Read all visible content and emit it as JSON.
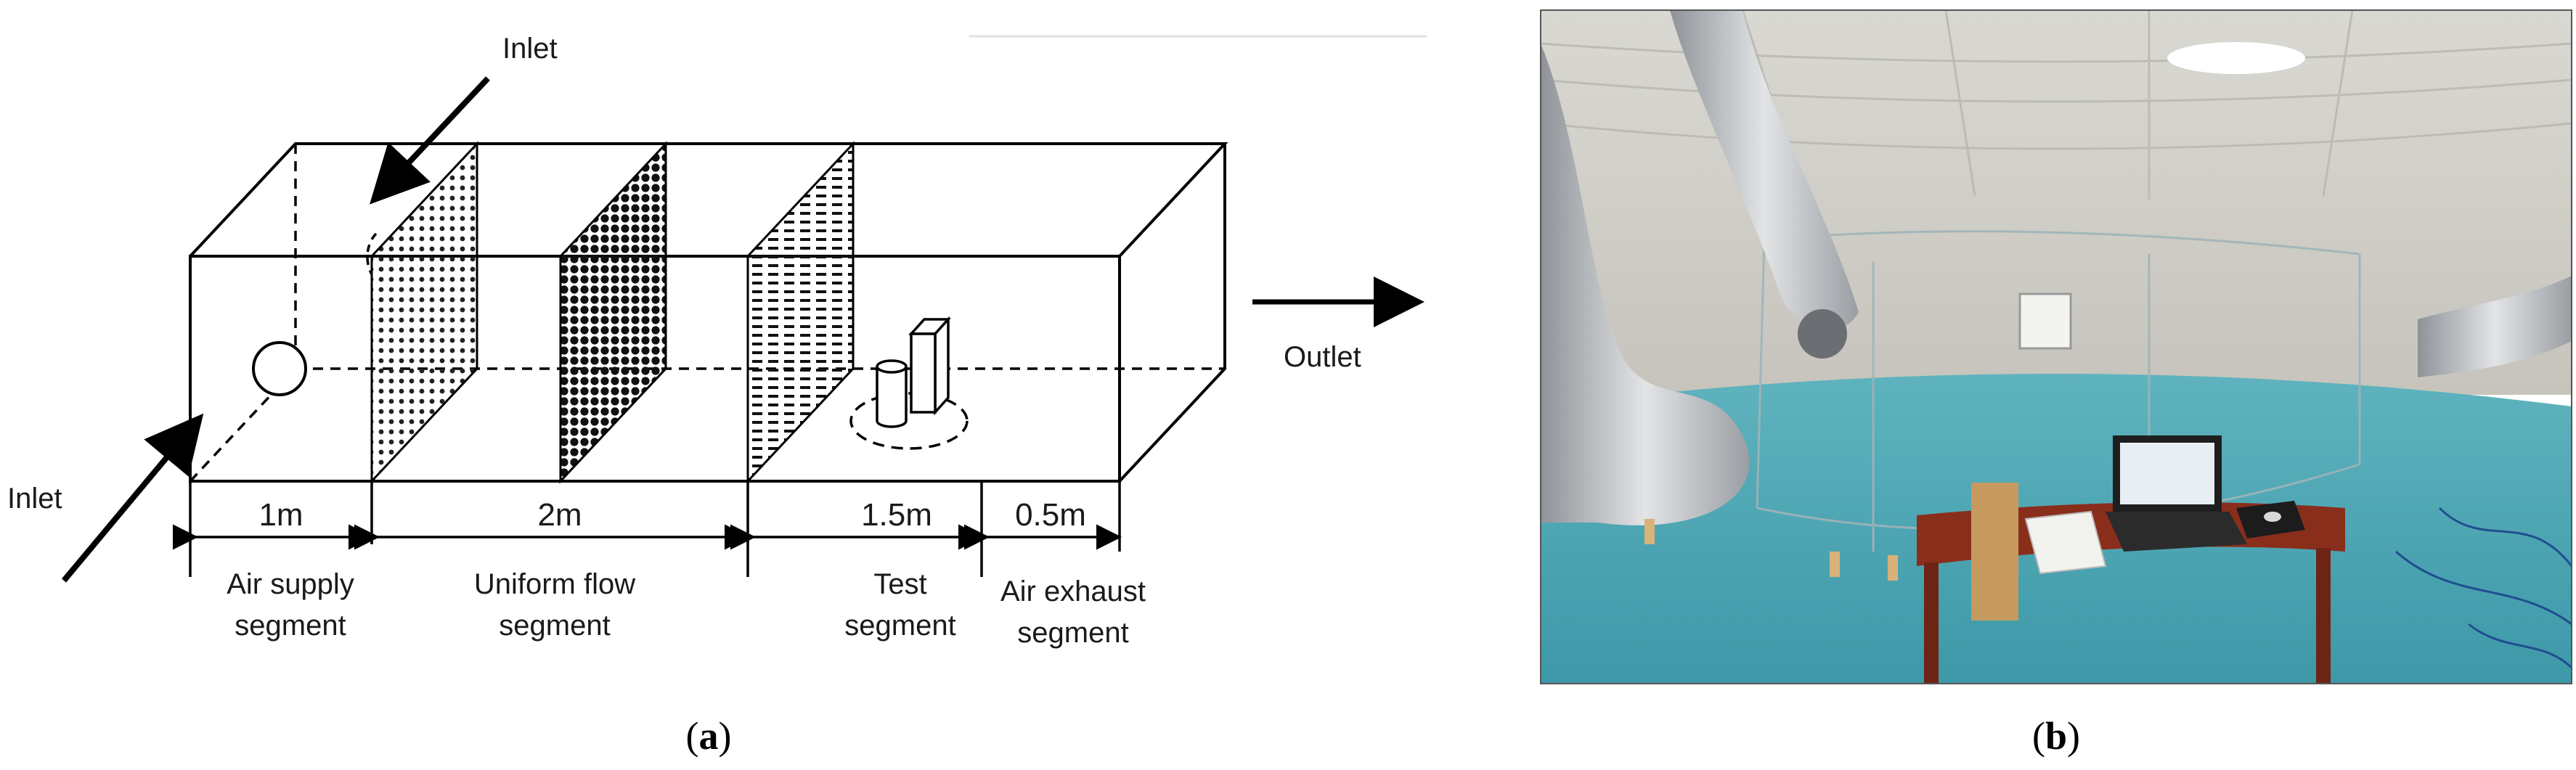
{
  "panel_a": {
    "inlet_top": "Inlet",
    "inlet_left": "Inlet",
    "outlet": "Outlet",
    "dims": [
      "1m",
      "2m",
      "1.5m",
      "0.5m"
    ],
    "segments": [
      {
        "line1": "Air supply",
        "line2": "segment"
      },
      {
        "line1": "Uniform flow",
        "line2": "segment"
      },
      {
        "line1": "Test",
        "line2": "segment"
      },
      {
        "line1": "Air exhaust",
        "line2": "segment"
      }
    ],
    "caption_open": "(",
    "caption_letter": "a",
    "caption_close": ")"
  },
  "panel_b": {
    "caption_open": "(",
    "caption_letter": "b",
    "caption_close": ")"
  },
  "colors": {
    "line": "#000000",
    "floor": "#4aa4b2",
    "wall": "#cfcdc4",
    "desk": "#8a2e1c",
    "duct": "#b9bcc0"
  }
}
